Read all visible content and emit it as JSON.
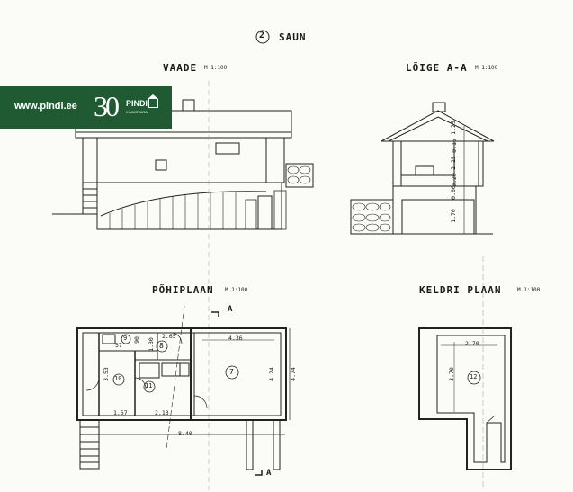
{
  "header": {
    "number": "2",
    "title": "SAUN"
  },
  "views": {
    "vaade": {
      "title": "VAADE",
      "scale": "M 1:100"
    },
    "loige": {
      "title": "LÕIGE A-A",
      "scale": "M 1:100",
      "dims": {
        "d1": "1.25",
        "d2": "0.15",
        "d3": "2.25",
        "d4": "0.20",
        "d5": "0.60",
        "d6": "1.70"
      }
    },
    "pohiplaan": {
      "title": "PÕHIPLAAN",
      "scale": "M 1:100",
      "section_mark_top": "A",
      "section_mark_bottom": "A",
      "rooms": {
        "r7": "7",
        "r8": "8",
        "r9": "9",
        "r10": "10",
        "r11": "11"
      },
      "dims": {
        "w265": "2.65",
        "w436": "4.36",
        "w424": "4.24",
        "w474": "4.74",
        "h353": "3.53",
        "w157": "1.57",
        "w213": "2.13",
        "w840": "8.40",
        "d130": "1.30",
        "d57": "57",
        "d90": "90"
      }
    },
    "keldri": {
      "title": "KELDRI PLAAN",
      "scale": "M 1:100",
      "room": "12",
      "dims": {
        "w270": "2.70",
        "h370": "3.70"
      }
    }
  },
  "watermark": {
    "url": "www.pindi.ee",
    "number": "30",
    "brand": "PINDI",
    "sub": "KINNISVARA"
  }
}
